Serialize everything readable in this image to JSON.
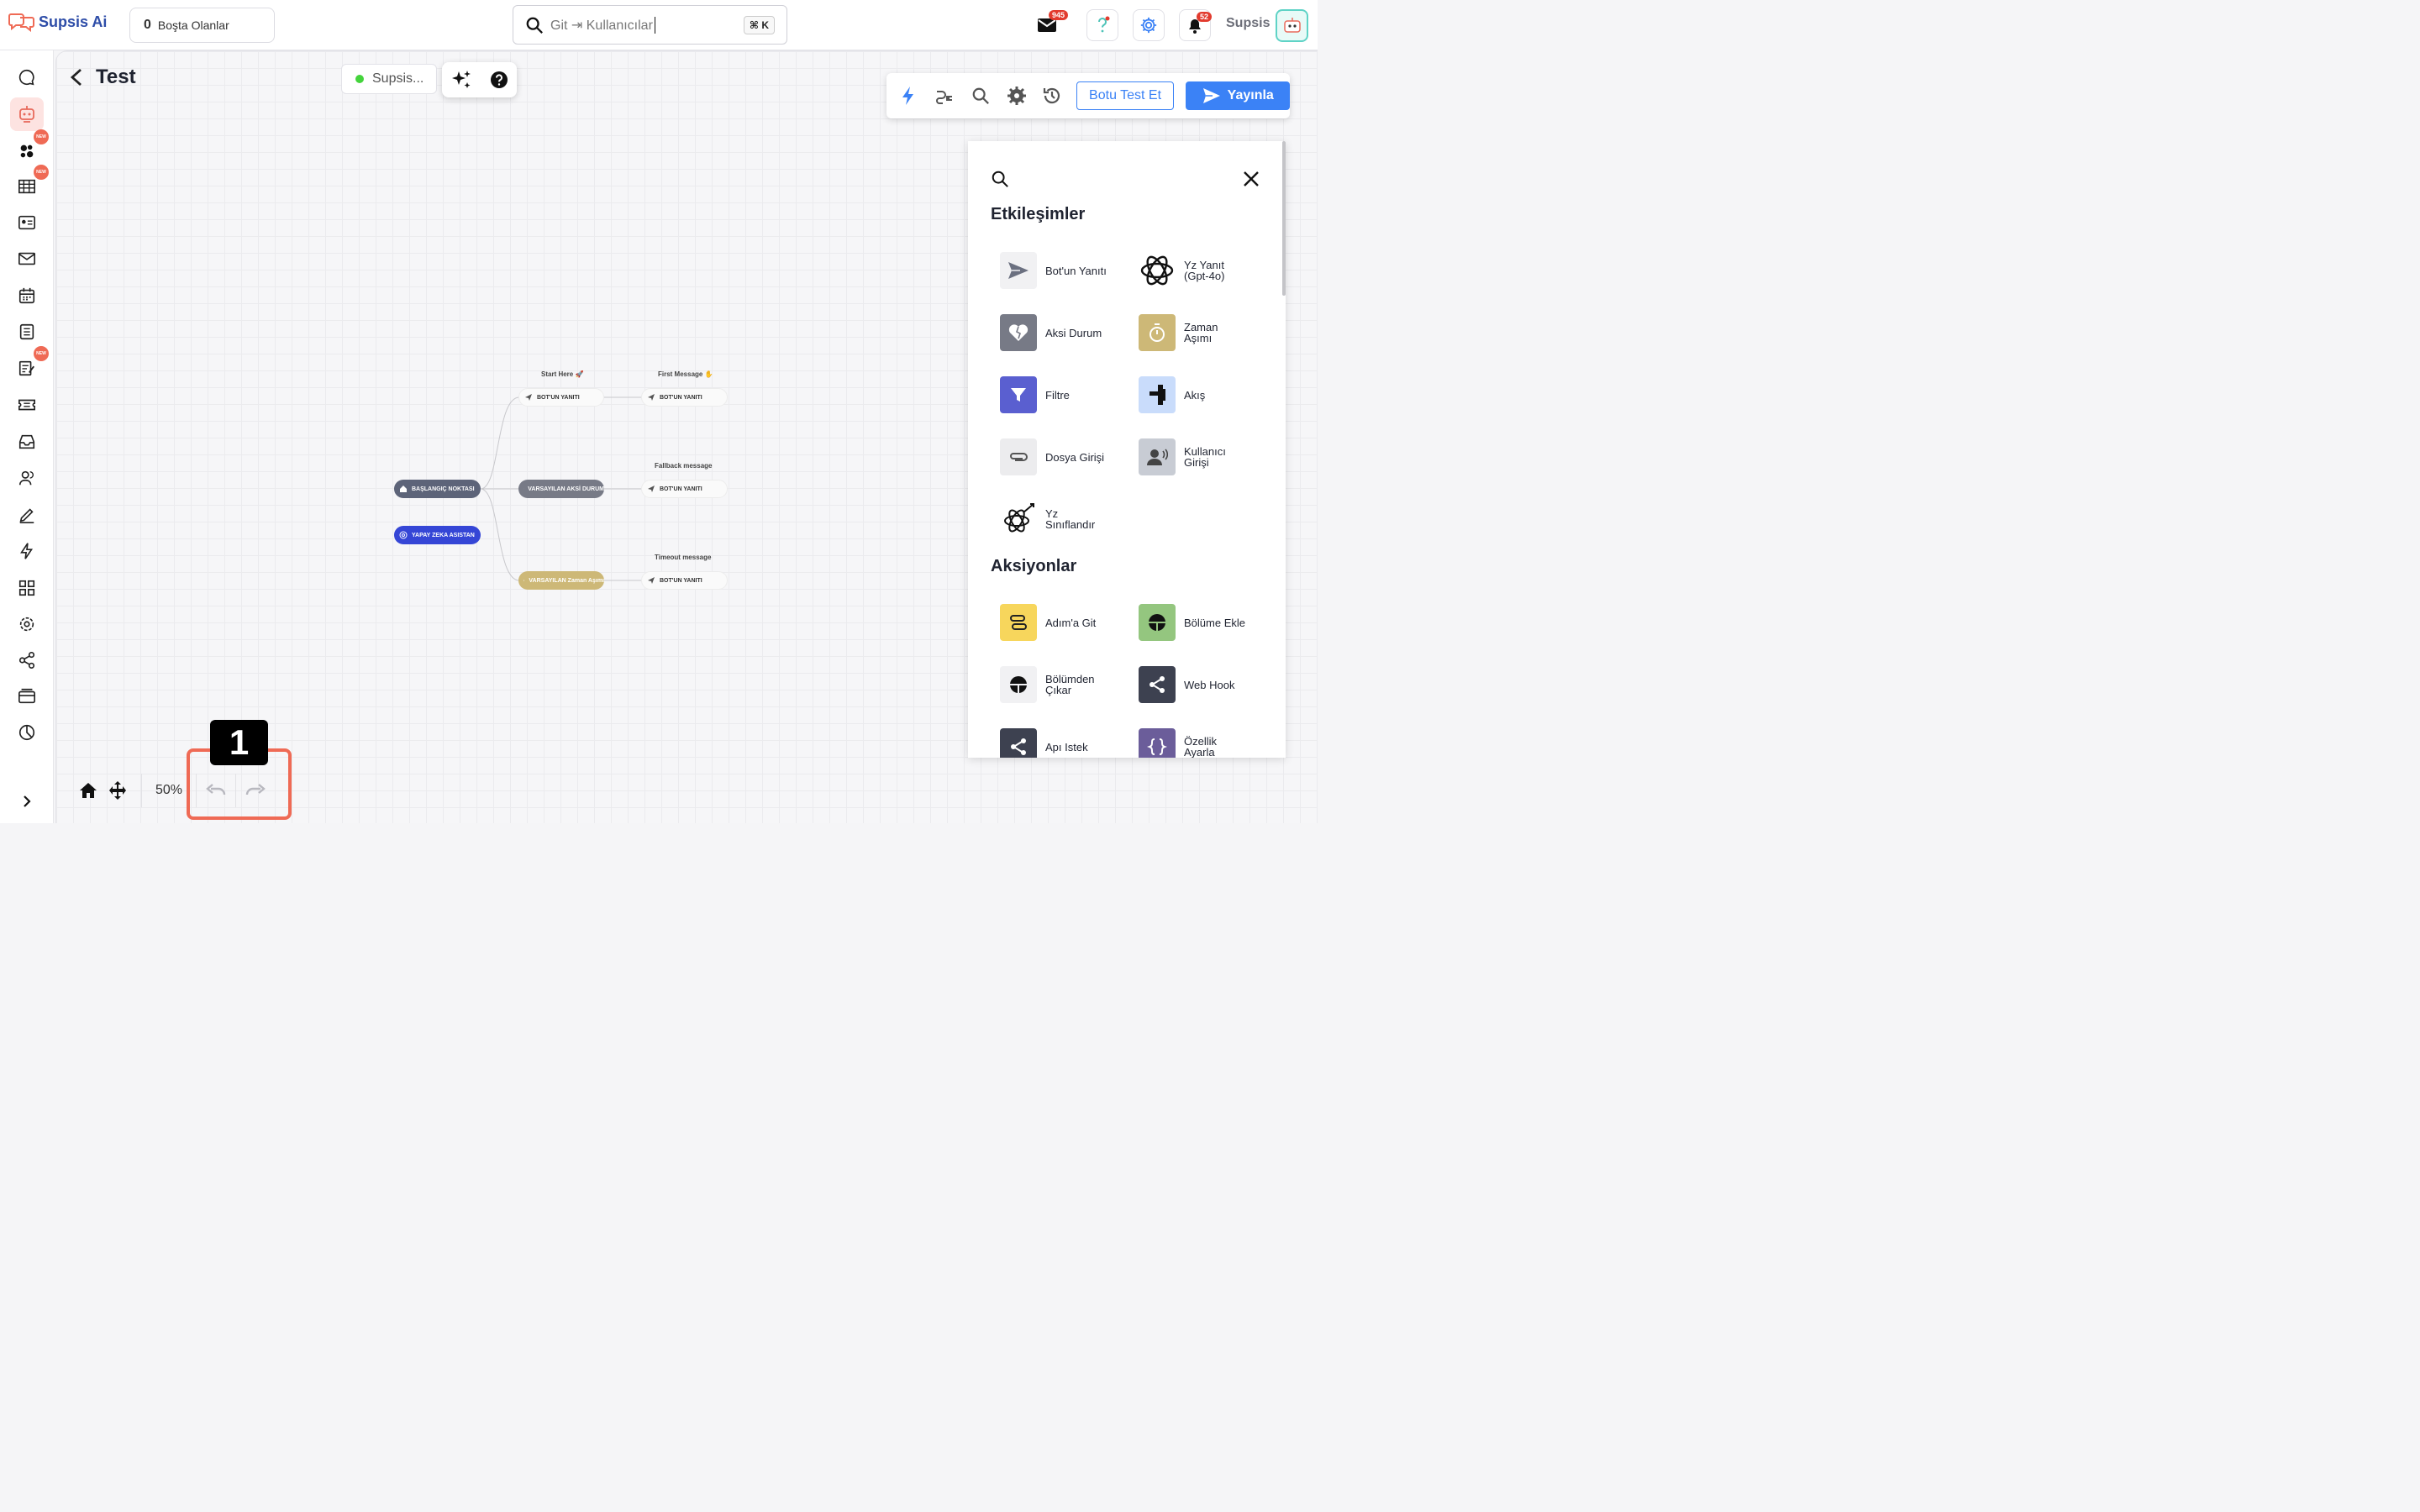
{
  "app": {
    "logo_text": "Supsis Ai",
    "user_name": "Supsis"
  },
  "topbar": {
    "idle_count": "0",
    "idle_label": "Boşta Olanlar",
    "search_placeholder": "Git ⇥ Kullanıcılar",
    "search_shortcut": "⌘ K",
    "mail_badge": "945",
    "notification_badge": "52"
  },
  "sidebar": {
    "items": [
      {
        "icon": "chat-bubble-icon"
      },
      {
        "icon": "bot-icon",
        "active": true
      },
      {
        "icon": "molecule-icon",
        "new": true
      },
      {
        "icon": "table-icon",
        "new": true
      },
      {
        "icon": "contact-card-icon"
      },
      {
        "icon": "mail-icon"
      },
      {
        "icon": "calendar-icon"
      },
      {
        "icon": "list-icon"
      },
      {
        "icon": "form-icon",
        "new": true
      },
      {
        "icon": "ticket-icon"
      },
      {
        "icon": "inbox-icon"
      },
      {
        "icon": "users-icon"
      },
      {
        "icon": "edit-icon"
      },
      {
        "icon": "lightning-icon"
      },
      {
        "icon": "grid-icon"
      },
      {
        "icon": "settings-icon"
      },
      {
        "icon": "share-icon"
      },
      {
        "icon": "billing-icon"
      },
      {
        "icon": "pie-chart-icon"
      }
    ],
    "new_label": "NEW"
  },
  "page": {
    "title": "Test",
    "status_label": "Supsis..."
  },
  "toolbar": {
    "test_label": "Botu Test Et",
    "publish_label": "Yayınla"
  },
  "flow": {
    "labels": {
      "start_here": "Start Here 🚀",
      "first_message": "First Message ✋",
      "fallback": "Fallback message",
      "timeout": "Timeout message"
    },
    "nodes": {
      "start": "BAŞLANGIÇ NOKTASI",
      "ai_assistant": "YAPAY ZEKA ASISTAN",
      "bot_reply_1": "BOT'UN YANITI",
      "bot_reply_2": "BOT'UN YANITI",
      "default_fallback": "VARSAYILAN AKSİ DURUM",
      "bot_reply_3": "BOT'UN YANITI",
      "default_timeout": "VARSAYILAN Zaman Aşımı",
      "bot_reply_4": "BOT'UN YANITI"
    }
  },
  "panel": {
    "interactions_title": "Etkileşimler",
    "actions_title": "Aksiyonlar",
    "interactions": [
      {
        "l1": "Bot'un Yanıtı",
        "l2": ""
      },
      {
        "l1": "Yz Yanıt",
        "l2": "(Gpt-4o)"
      },
      {
        "l1": "Aksi Durum",
        "l2": ""
      },
      {
        "l1": "Zaman",
        "l2": "Aşımı"
      },
      {
        "l1": "Filtre",
        "l2": ""
      },
      {
        "l1": "Akış",
        "l2": ""
      },
      {
        "l1": "Dosya Girişi",
        "l2": ""
      },
      {
        "l1": "Kullanıcı",
        "l2": "Girişi"
      },
      {
        "l1": "Yz",
        "l2": "Sınıflandır"
      }
    ],
    "actions": [
      {
        "l1": "Adım'a Git",
        "l2": ""
      },
      {
        "l1": "Bölüme Ekle",
        "l2": ""
      },
      {
        "l1": "Bölümden",
        "l2": "Çıkar"
      },
      {
        "l1": "Web Hook",
        "l2": ""
      },
      {
        "l1": "Apı Istek",
        "l2": ""
      },
      {
        "l1": "Özellik",
        "l2": "Ayarla"
      }
    ]
  },
  "bottom": {
    "zoom": "50%",
    "step_marker": "1"
  }
}
